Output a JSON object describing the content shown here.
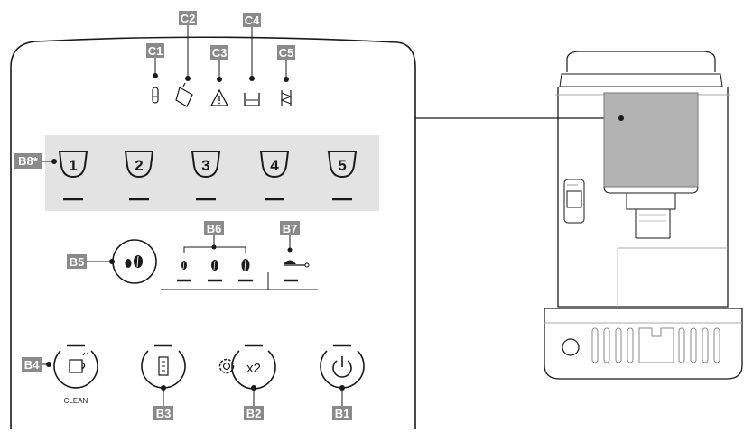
{
  "panel": {
    "status_icons": [
      {
        "code": "C1",
        "icon": "water-hardness-icon"
      },
      {
        "code": "C2",
        "icon": "descale-icon"
      },
      {
        "code": "C3",
        "icon": "warning-triangle-icon"
      },
      {
        "code": "C4",
        "icon": "grounds-container-icon"
      },
      {
        "code": "C5",
        "icon": "filter-icon"
      }
    ],
    "cup_buttons": {
      "code": "B8*",
      "labels": [
        "1",
        "2",
        "3",
        "4",
        "5"
      ]
    },
    "aroma": {
      "code": "B5",
      "icon": "coffee-beans-icon"
    },
    "aroma_levels": {
      "code": "B6",
      "icon": "bean-icon"
    },
    "ground_coffee": {
      "code": "B7",
      "icon": "pre-ground-spoon-icon"
    },
    "buttons": [
      {
        "code": "B4",
        "icon": "clean-jug-icon",
        "label": "CLEAN"
      },
      {
        "code": "B3",
        "icon": "water-quantity-icon"
      },
      {
        "code": "B2",
        "icon": "settings-gear-icon",
        "label": "x2"
      },
      {
        "code": "B1",
        "icon": "power-icon"
      }
    ]
  },
  "colors": {
    "tag_bg": "#8a8a8a",
    "tag_text": "#ffffff",
    "shaded_band": "#e3e3e3",
    "machine_screen": "#b3b3b3",
    "line": "#1a1a1a"
  }
}
